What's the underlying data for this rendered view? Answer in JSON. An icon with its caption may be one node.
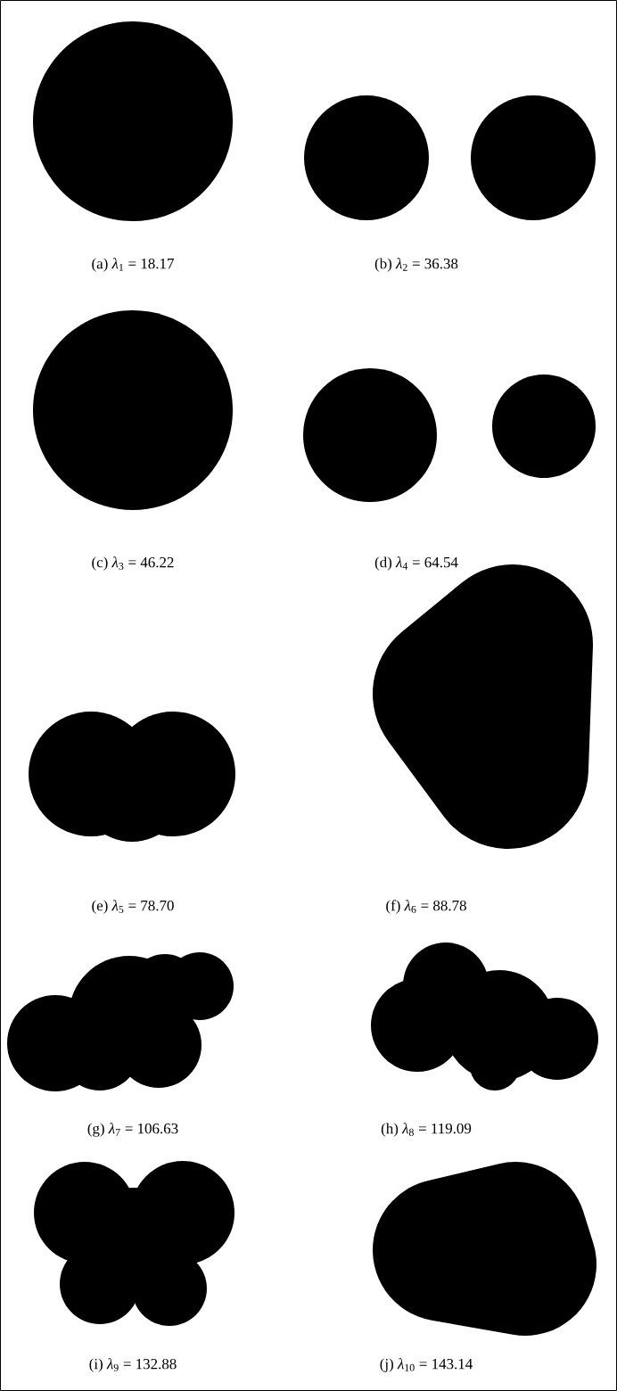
{
  "diagram": {
    "labels": [
      "(a) *λ*$_{1}$ = 18.17",
      "(b) *λ*$_{2}$ = 36.38",
      "(c) *λ*$_{3}$ = 46.22",
      "(d) *λ*$_{4}$ = 64.54",
      "(e) *λ*$_{5}$ = 78.70",
      "(f) *λ*$_{6}$ = 88.78",
      "(g) *λ*$_{7}$ = 106.63",
      "(h) *λ*$_{8}$ = 119.09",
      "(i) *λ*$_{9}$ = 132.88",
      "(j) *λ*$_{10}$ = 143.14"
    ]
  }
}
